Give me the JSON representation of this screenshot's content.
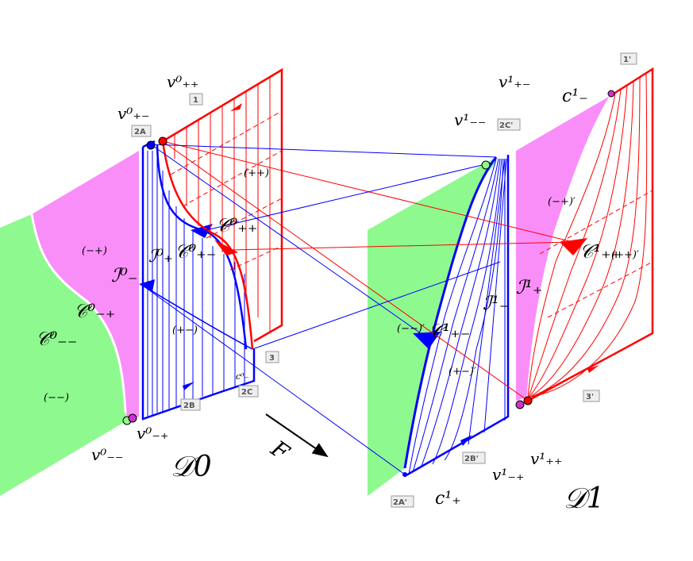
{
  "colors": {
    "green_region": "#8ef98e",
    "magenta_region": "#f98ef9",
    "blue": "#0000ff",
    "red": "#ff0000",
    "magenta_marker": "#cc33cc"
  },
  "domains": {
    "d0": "𝒟0",
    "d1": "𝒟1",
    "map": "F"
  },
  "tags": {
    "t1": "1",
    "t1p": "1'",
    "t2A": "2A",
    "t2Ap": "2A'",
    "t2B": "2B",
    "t2Bp": "2B'",
    "t2C": "2C",
    "t2Cp": "2C'",
    "t3": "3",
    "t3p": "3'"
  },
  "labels_d0": {
    "v_pm": "v⁰₊₋",
    "v_pp": "v⁰₊₊",
    "v_mm": "v⁰₋₋",
    "v_mp": "v⁰₋₊",
    "C_mm": "𝒞⁰₋₋",
    "C_mp": "𝒞⁰₋₊",
    "C_pm": "𝒞⁰₊₋",
    "C_pp": "𝒞⁰₊₊",
    "I_m": "ℐ⁰₋",
    "I_p": "ℐ⁰₊",
    "c_minus": "c⁰₋"
  },
  "labels_d1": {
    "v_mm": "v¹₋₋",
    "v_pm": "v¹₊₋",
    "v_mp": "v¹₋₊",
    "v_pp": "v¹₊₊",
    "C_pm": "𝒞¹₊₋",
    "C_pp": "𝒞¹₊₊",
    "I_m": "ℐ¹₋",
    "I_p": "ℐ¹₊",
    "c_minus": "c¹₋",
    "c_plus": "c¹₊"
  },
  "regions": {
    "d0_mm": "(−−)",
    "d0_mp": "(−+)",
    "d0_pm": "(+−)",
    "d0_pp": "(++)",
    "d1_mm": "(−−)′",
    "d1_mp": "(−+)′",
    "d1_pm": "(+−)′",
    "d1_pp": "(++)′"
  }
}
